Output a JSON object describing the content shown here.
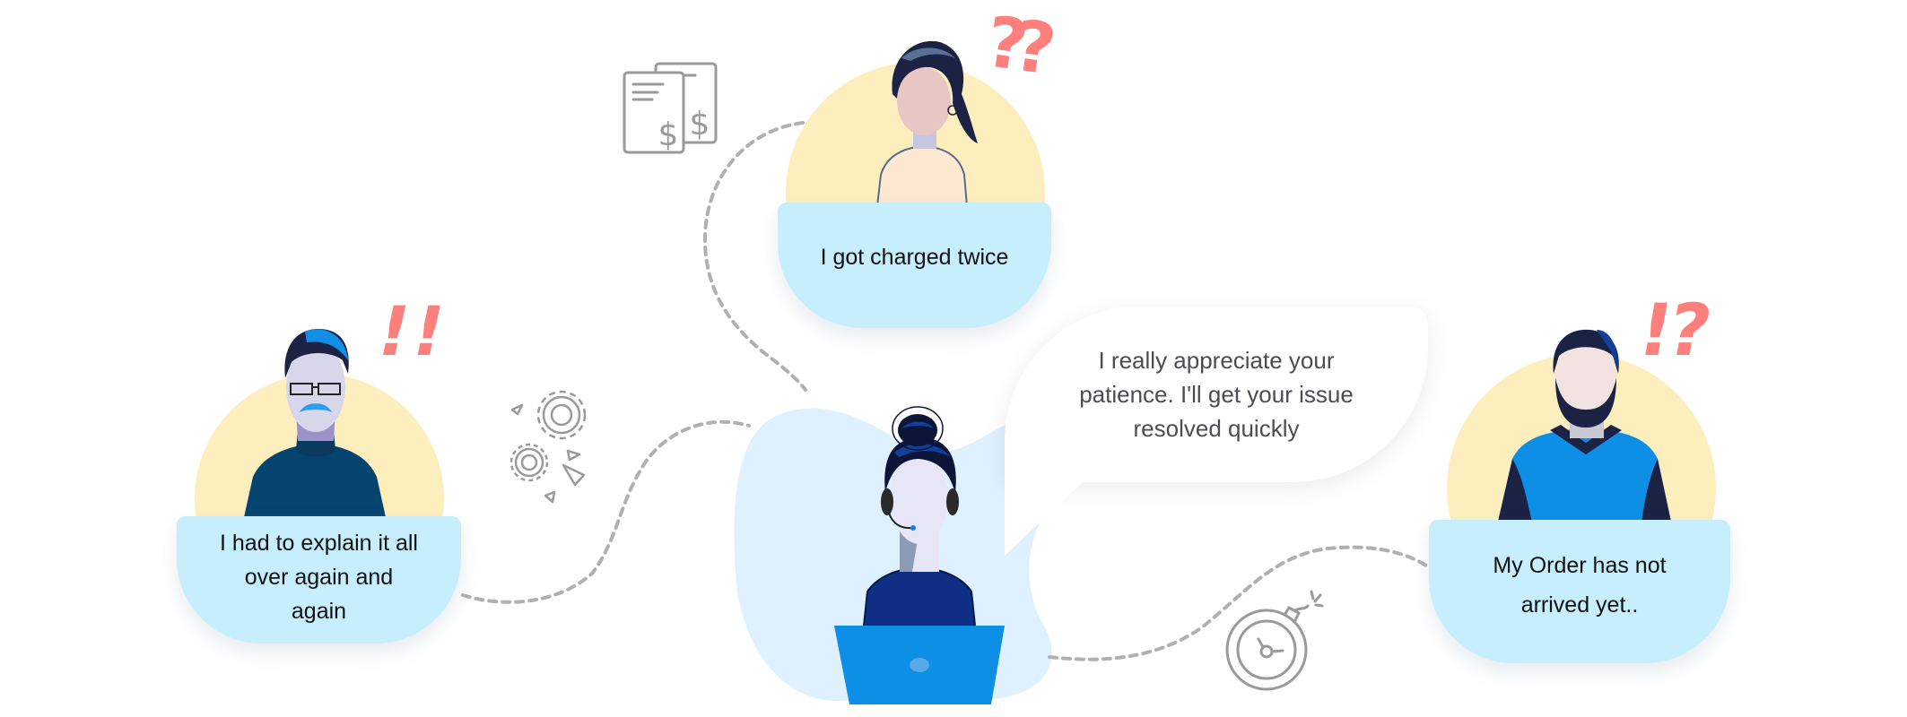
{
  "scene": {
    "title": "Customer support conversations illustration",
    "colors": {
      "card_bg": "#c6eefd",
      "avatar_circle": "#fdefbd",
      "agent_blob": "#dff1fe",
      "accent_marks": "#ff7f7c",
      "dashed_line": "#b0b0b0",
      "icon_stroke": "#9a9a9a",
      "laptop": "#0e8fe6",
      "agent_shirt": "#0e2f84"
    }
  },
  "customers": [
    {
      "id": "left",
      "message_lines": [
        "I had to explain it all",
        "over again and",
        "again"
      ],
      "reaction": "!!",
      "reaction_icon": "double-exclamation-icon"
    },
    {
      "id": "top",
      "message_lines": [
        "I got charged twice"
      ],
      "reaction": "??",
      "reaction_icon": "double-question-icon"
    },
    {
      "id": "right",
      "message_lines": [
        "My Order has not",
        "arrived yet.."
      ],
      "reaction": "!?",
      "reaction_icon": "interrobang-icon"
    }
  ],
  "agent": {
    "reply_lines": [
      "I really appreciate your",
      "patience. I'll get your issue",
      "resolved quickly"
    ]
  },
  "icons": [
    {
      "name": "invoice-dollar-icon",
      "meaning": "billing"
    },
    {
      "name": "gears-icon",
      "meaning": "process"
    },
    {
      "name": "timer-bomb-icon",
      "meaning": "delay"
    }
  ]
}
